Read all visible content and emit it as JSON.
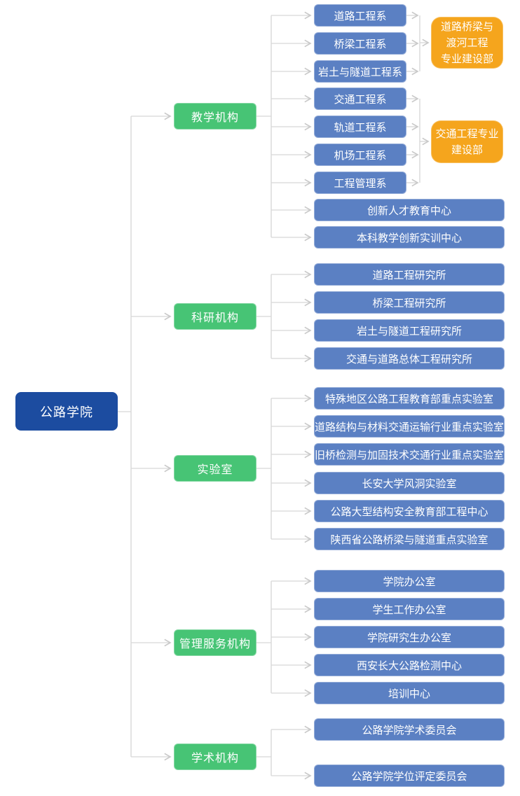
{
  "root": {
    "label": "公路学院"
  },
  "groups": [
    {
      "label": "教学机构",
      "children": [
        "道路工程系",
        "桥梁工程系",
        "岩土与隧道工程系",
        "交通工程系",
        "轨道工程系",
        "机场工程系",
        "工程管理系",
        "创新人才教育中心",
        "本科教学创新实训中心"
      ]
    },
    {
      "label": "科研机构",
      "children": [
        "道路工程研究所",
        "桥梁工程研究所",
        "岩土与隧道工程研究所",
        "交通与道路总体工程研究所"
      ]
    },
    {
      "label": "实验室",
      "children": [
        "特殊地区公路工程教育部重点实验室",
        "道路结构与材料交通运输行业重点实验室",
        "旧桥检测与加固技术交通行业重点实验室",
        "长安大学风洞实验室",
        "公路大型结构安全教育部工程中心",
        "陕西省公路桥梁与隧道重点实验室"
      ]
    },
    {
      "label": "管理服务机构",
      "children": [
        "学院办公室",
        "学生工作办公室",
        "学院研究生办公室",
        "西安长大公路检测中心",
        "培训中心"
      ]
    },
    {
      "label": "学术机构",
      "children": [
        "公路学院学术委员会",
        "公路学院学位评定委员会"
      ]
    }
  ],
  "special_departments": [
    {
      "label": "道路桥梁与渡河工程专业建设部",
      "lines": [
        "道路桥梁与",
        "渡河工程",
        "专业建设部"
      ],
      "linked_departments": [
        "道路工程系",
        "桥梁工程系",
        "岩土与隧道工程系"
      ]
    },
    {
      "label": "交通工程专业建设部",
      "lines": [
        "交通工程专业",
        "建设部"
      ],
      "linked_departments": [
        "交通工程系",
        "轨道工程系",
        "机场工程系",
        "工程管理系"
      ]
    }
  ],
  "colors": {
    "root": "#1C4CA0",
    "group": "#47C475",
    "department": "#5B80C3",
    "special": "#F5A51D",
    "connector": "#D6D6D6",
    "arrowhead": "#C9C9C9",
    "text": "#FFFFFF",
    "background": "#FFFFFF"
  }
}
